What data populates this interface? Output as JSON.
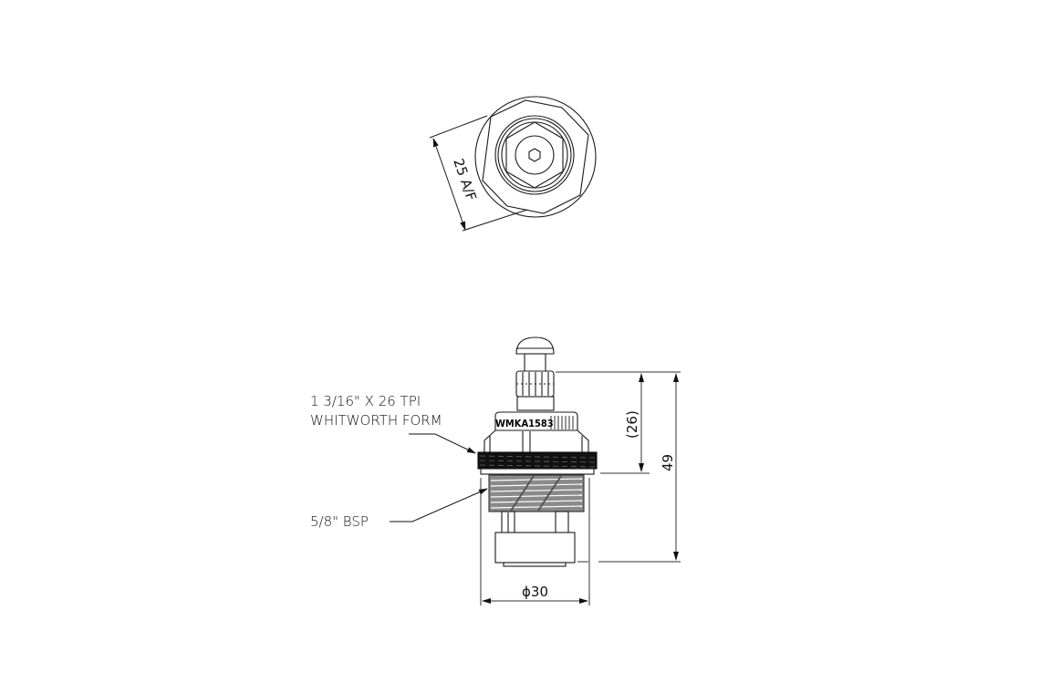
{
  "drawing": {
    "top_view": {
      "dimension_label": "25 A/F"
    },
    "side_view": {
      "part_marking": "WMKA1583",
      "callouts": [
        {
          "id": "thread_upper",
          "line1": "1 3/16\" X 26 TPI",
          "line2": "WHITWORTH  FORM"
        },
        {
          "id": "thread_lower",
          "line1": "5/8\" BSP"
        }
      ],
      "dimensions": {
        "partial_height": "(26)",
        "overall_height": "49",
        "diameter": "ϕ30"
      }
    },
    "colors": {
      "line": "#1a1a1a",
      "dim_line": "#333333",
      "thread_dark": "#111111",
      "thread_grey": "#8a8a8a",
      "background": "#ffffff"
    }
  }
}
